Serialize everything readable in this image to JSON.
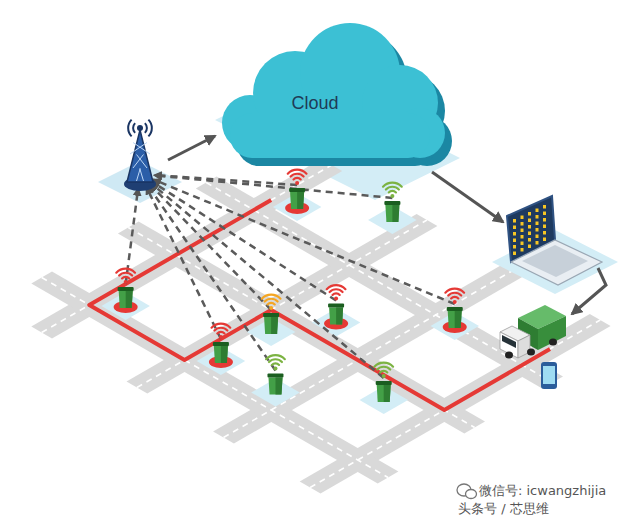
{
  "diagram": {
    "nodes": [
      {
        "text": [
          "Cloud"
        ]
      }
    ],
    "labels": [
      "微信号: icwangzhijia",
      "头条号 / 芯思维"
    ]
  }
}
